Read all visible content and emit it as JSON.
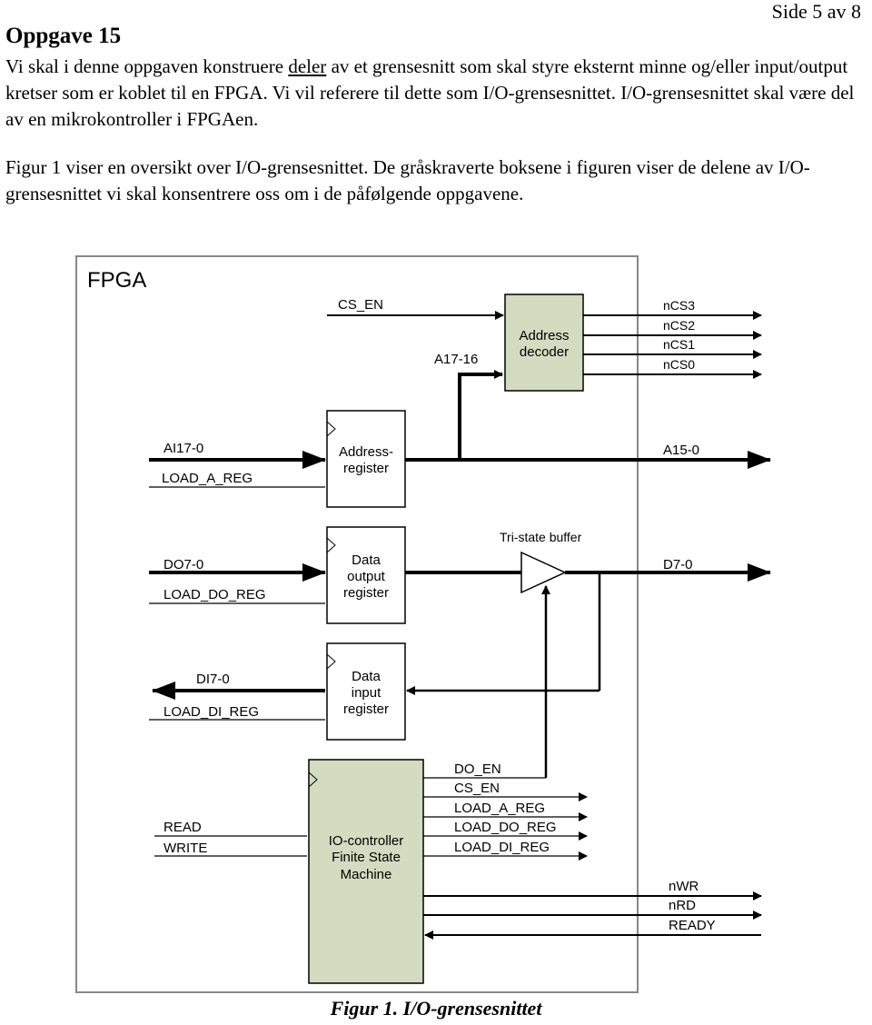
{
  "header": {
    "page_number": "Side 5 av 8"
  },
  "section": {
    "title": "Oppgave 15",
    "para1_before": "Vi skal i denne oppgaven konstruere ",
    "para1_underlined": "deler",
    "para1_after": " av et grensesnitt som skal styre eksternt minne og/eller input/output kretser som er koblet til en FPGA. Vi vil referere til dette som I/O-grensesnittet. I/O-grensesnittet skal være del av en mikrokontroller i FPGAen.",
    "para2": "Figur 1 viser en oversikt over I/O-grensesnittet. De gråskraverte boksene i figuren viser de delene av I/O-grensesnittet vi skal konsentrere oss om i de påfølgende oppgavene."
  },
  "figure": {
    "fpga_label": "FPGA",
    "address_decoder": {
      "line1": "Address",
      "line2": "decoder",
      "shaded": true
    },
    "cs_en": "CS_EN",
    "a17_16": "A17-16",
    "ncs": [
      "nCS3",
      "nCS2",
      "nCS1",
      "nCS0"
    ],
    "address_register": {
      "line1": "Address-",
      "line2": "register"
    },
    "ai17_0": "AI17-0",
    "load_a_reg": "LOAD_A_REG",
    "a15_0": "A15-0",
    "tristate": "Tri-state buffer",
    "data_output_register": {
      "line1": "Data",
      "line2": "output",
      "line3": "register"
    },
    "do7_0": "DO7-0",
    "load_do_reg": "LOAD_DO_REG",
    "d7_0": "D7-0",
    "data_input_register": {
      "line1": "Data",
      "line2": "input",
      "line3": "register"
    },
    "di7_0": "DI7-0",
    "load_di_reg": "LOAD_DI_REG",
    "io_controller": {
      "line1": "IO-controller",
      "line2": "Finite State",
      "line3": "Machine",
      "shaded": true
    },
    "read": "READ",
    "write": "WRITE",
    "fsm_outputs": [
      "DO_EN",
      "CS_EN",
      "LOAD_A_REG",
      "LOAD_DO_REG",
      "LOAD_DI_REG"
    ],
    "ext_outputs": [
      "nWR",
      "nRD",
      "READY"
    ],
    "shade_color": "#d4dbc0"
  },
  "caption": "Figur 1.  I/O-grensesnittet"
}
